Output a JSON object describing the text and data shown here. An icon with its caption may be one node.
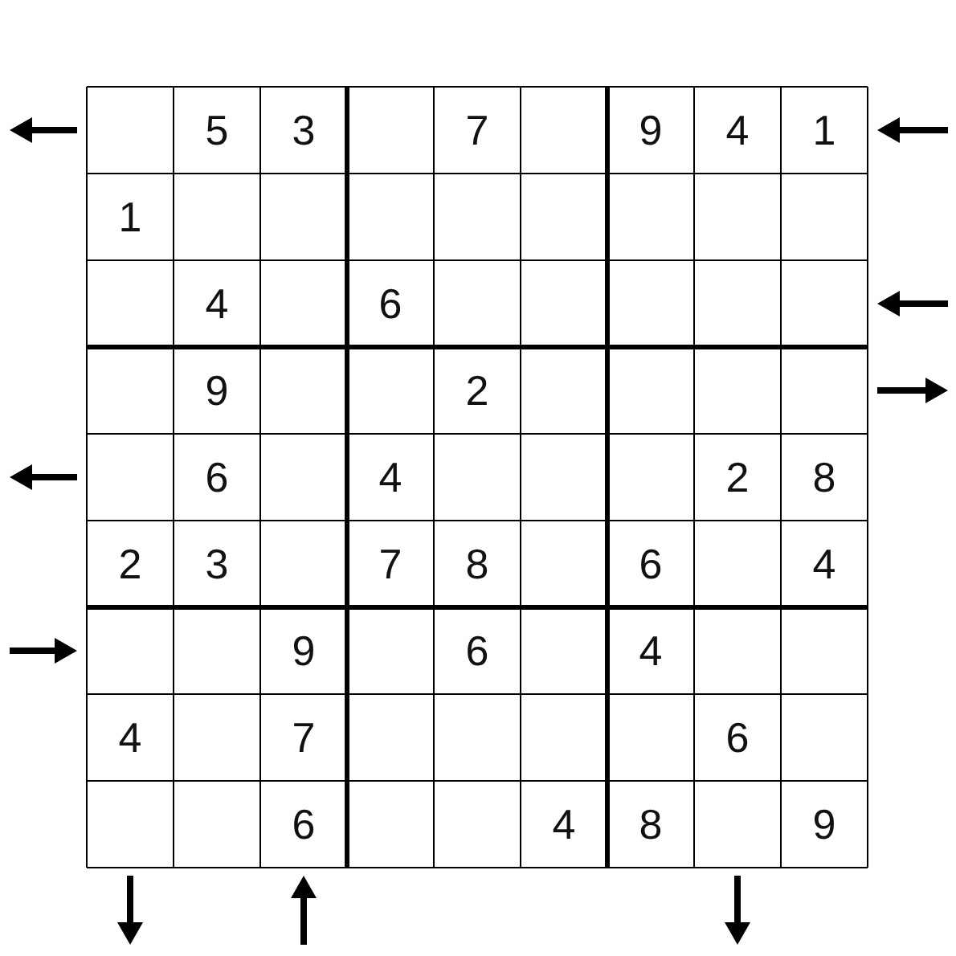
{
  "diagram": {
    "labels": [
      "5",
      "3",
      "7",
      "9",
      "4",
      "1",
      "1",
      "4",
      "6",
      "9",
      "2",
      "6",
      "4",
      "2",
      "8",
      "2",
      "3",
      "7",
      "8",
      "6",
      "4",
      "9",
      "6",
      "4",
      "4",
      "7",
      "6",
      "6",
      "4",
      "8",
      "9"
    ]
  }
}
